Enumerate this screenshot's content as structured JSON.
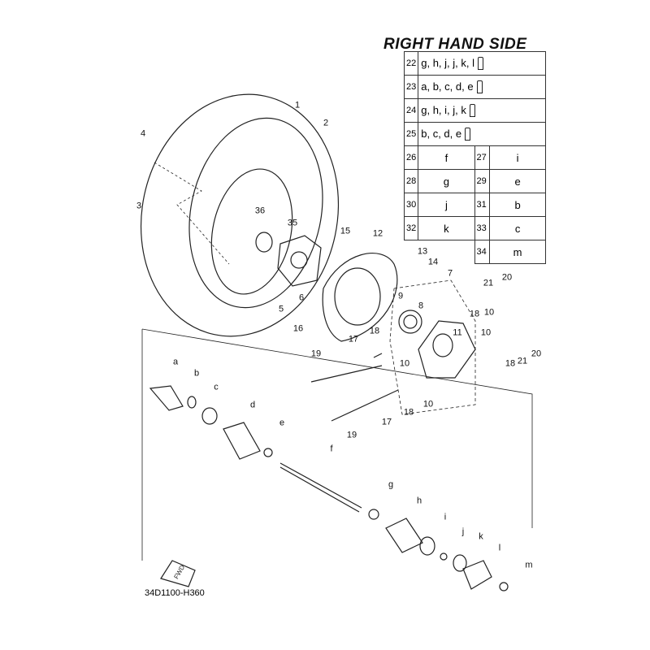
{
  "title": "RIGHT HAND SIDE",
  "lube_table": {
    "wide_rows": [
      {
        "no": "22",
        "parts": "g, h, j, j, k, l"
      },
      {
        "no": "23",
        "parts": "a, b, c, d, e"
      },
      {
        "no": "24",
        "parts": "g, h, i, j, k"
      },
      {
        "no": "25",
        "parts": "b, c, d, e"
      }
    ],
    "pair_rows": [
      {
        "no1": "26",
        "p1": "f",
        "no2": "27",
        "p2": "i"
      },
      {
        "no1": "28",
        "p1": "g",
        "no2": "29",
        "p2": "e"
      },
      {
        "no1": "30",
        "p1": "j",
        "no2": "31",
        "p2": "b"
      },
      {
        "no1": "32",
        "p1": "k",
        "no2": "33",
        "p2": "c"
      }
    ],
    "last_row": {
      "no": "34",
      "part": "m"
    }
  },
  "callouts": [
    "1",
    "2",
    "3",
    "4",
    "5",
    "6",
    "7",
    "8",
    "9",
    "10",
    "10",
    "10",
    "10",
    "11",
    "12",
    "13",
    "14",
    "15",
    "16",
    "17",
    "17",
    "18",
    "18",
    "18",
    "18",
    "19",
    "19",
    "20",
    "20",
    "21",
    "21",
    "35",
    "36",
    "a",
    "b",
    "c",
    "d",
    "e",
    "f",
    "g",
    "h",
    "i",
    "j",
    "k",
    "l",
    "m"
  ],
  "fwd_label": "FWD",
  "diagram_code": "34D1100-H360"
}
